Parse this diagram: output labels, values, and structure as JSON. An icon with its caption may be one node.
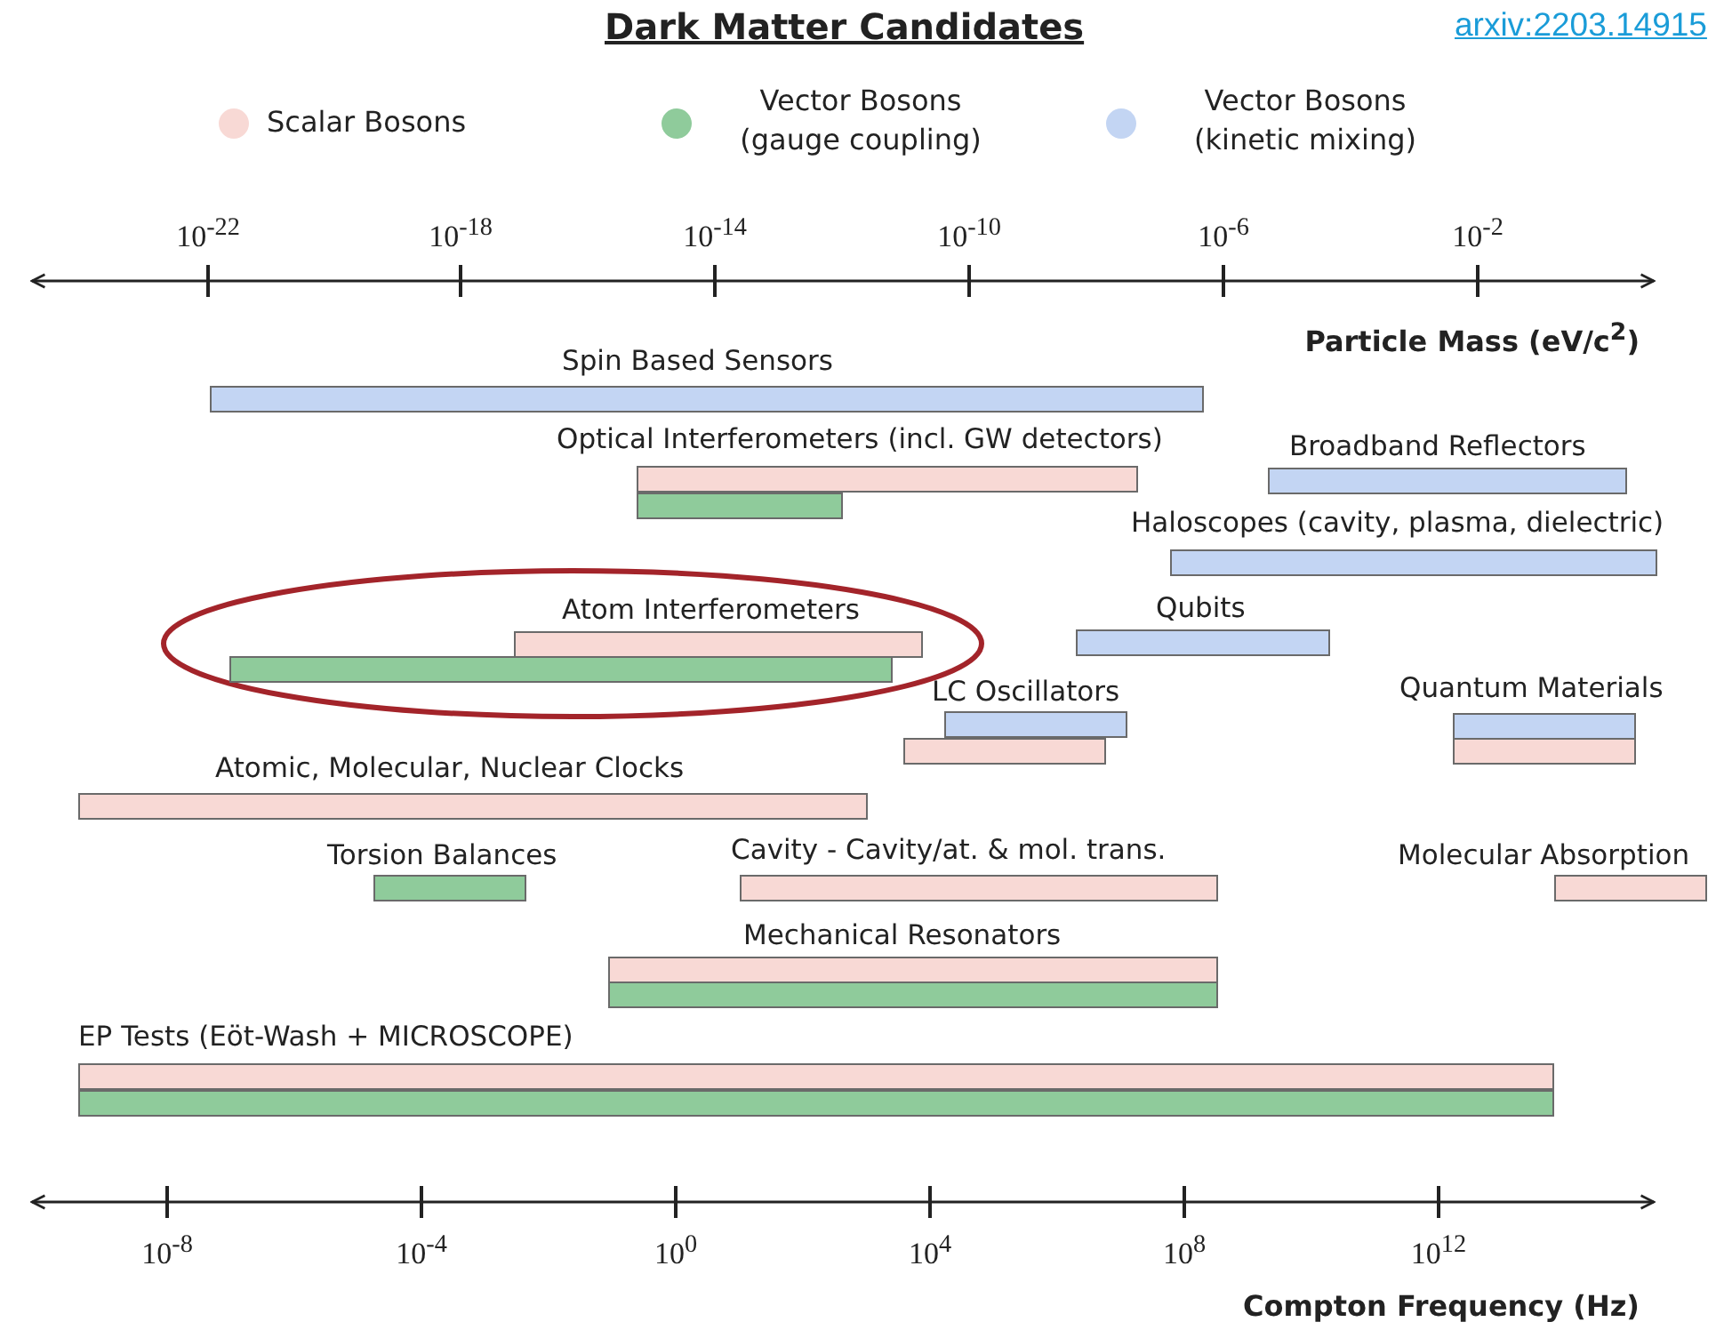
{
  "diagram": {
    "title": "Dark Matter Candidates",
    "nodes": [
      {
        "text": [
          "Spin Based Sensors"
        ]
      },
      {
        "text": [
          "Optical Interferometers (incl. GW detectors)"
        ]
      },
      {
        "text": [
          "Broadband Reflectors"
        ]
      },
      {
        "text": [
          "Haloscopes (cavity, plasma, dielectric)"
        ]
      },
      {
        "text": [
          "Atom Interferometers"
        ]
      },
      {
        "text": [
          "Qubits"
        ]
      },
      {
        "text": [
          "LC Oscillators"
        ]
      },
      {
        "text": [
          "Quantum Materials"
        ]
      },
      {
        "text": [
          "Atomic, Molecular, Nuclear Clocks"
        ]
      },
      {
        "text": [
          "Torsion Balances"
        ]
      },
      {
        "text": [
          "Cavity - Cavity/at. & mol. trans."
        ]
      },
      {
        "text": [
          "Molecular Absorption"
        ]
      },
      {
        "text": [
          "Mechanical Resonators"
        ]
      },
      {
        "text": [
          "EP Tests (Eöt-Wash + MICROSCOPE)"
        ]
      }
    ],
    "edges": [],
    "labels": [
      "arxiv:2203.14915",
      "10$^{-22}$",
      "10$^{-18}$",
      "10$^{-14}$",
      "10$^{-10}$",
      "10$^{-6}$",
      "10$^{-2}$",
      "Particle Mass (eV/c$^{2}$)",
      "10$^{-8}$",
      "10$^{-4}$",
      "10$^{0}$",
      "10$^{4}$",
      "10$^{8}$",
      "10$^{12}$",
      "Compton Frequency (Hz)"
    ],
    "legend": [
      {
        "text": "Scalar Bosons",
        "color": "#f8d9d5"
      },
      {
        "text": "Vector Bosons (gauge coupling)",
        "color": "#8fcb9b"
      },
      {
        "text": "Vector Bosons (kinetic mixing)",
        "color": "#c3d5f3"
      }
    ]
  }
}
